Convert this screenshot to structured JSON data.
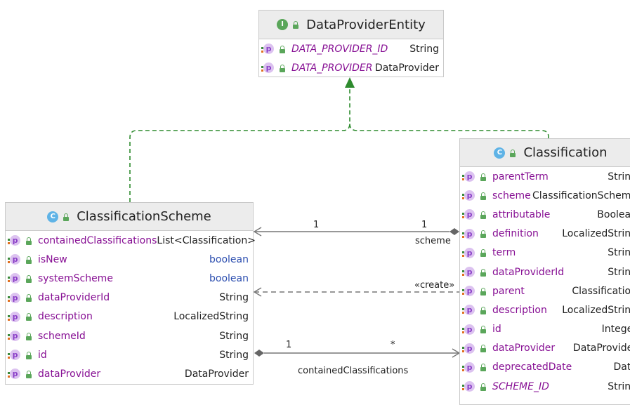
{
  "interface": {
    "badge": "I",
    "name": "DataProviderEntity",
    "fields": [
      {
        "name": "DATA_PROVIDER_ID",
        "type": "String",
        "italic": true
      },
      {
        "name": "DATA_PROVIDER",
        "type": "DataProvider",
        "italic": true
      }
    ]
  },
  "classification_scheme": {
    "badge": "C",
    "name": "ClassificationScheme",
    "fields": [
      {
        "name": "containedClassifications",
        "type": "List<Classification>"
      },
      {
        "name": "isNew",
        "type": "boolean",
        "keyword": true
      },
      {
        "name": "systemScheme",
        "type": "boolean",
        "keyword": true
      },
      {
        "name": "dataProviderId",
        "type": "String"
      },
      {
        "name": "description",
        "type": "LocalizedString"
      },
      {
        "name": "schemeId",
        "type": "String"
      },
      {
        "name": "id",
        "type": "String"
      },
      {
        "name": "dataProvider",
        "type": "DataProvider"
      }
    ]
  },
  "classification": {
    "badge": "C",
    "name": "Classification",
    "fields": [
      {
        "name": "parentTerm",
        "type": "String"
      },
      {
        "name": "scheme",
        "type": "ClassificationScheme"
      },
      {
        "name": "attributable",
        "type": "Boolean"
      },
      {
        "name": "definition",
        "type": "LocalizedString"
      },
      {
        "name": "term",
        "type": "String"
      },
      {
        "name": "dataProviderId",
        "type": "String"
      },
      {
        "name": "parent",
        "type": "Classification"
      },
      {
        "name": "description",
        "type": "LocalizedString"
      },
      {
        "name": "id",
        "type": "Integer"
      },
      {
        "name": "dataProvider",
        "type": "DataProvider"
      },
      {
        "name": "deprecatedDate",
        "type": "Date"
      },
      {
        "name": "SCHEME_ID",
        "type": "String",
        "italic": true
      }
    ]
  },
  "edges": {
    "scheme_assoc": {
      "source_mult": "1",
      "target_mult": "1",
      "role": "scheme"
    },
    "create_dep": {
      "label": "«create»"
    },
    "contained_assoc": {
      "source_mult": "1",
      "target_mult": "*",
      "role": "containedClassifications"
    }
  },
  "colors": {
    "field_name": "#871094",
    "keyword_type": "#2d4fb0",
    "realization_edge": "#2e8b2e",
    "class_badge": "#5fb3e6",
    "interface_badge": "#5aa65a",
    "header_bg": "#ececec"
  }
}
